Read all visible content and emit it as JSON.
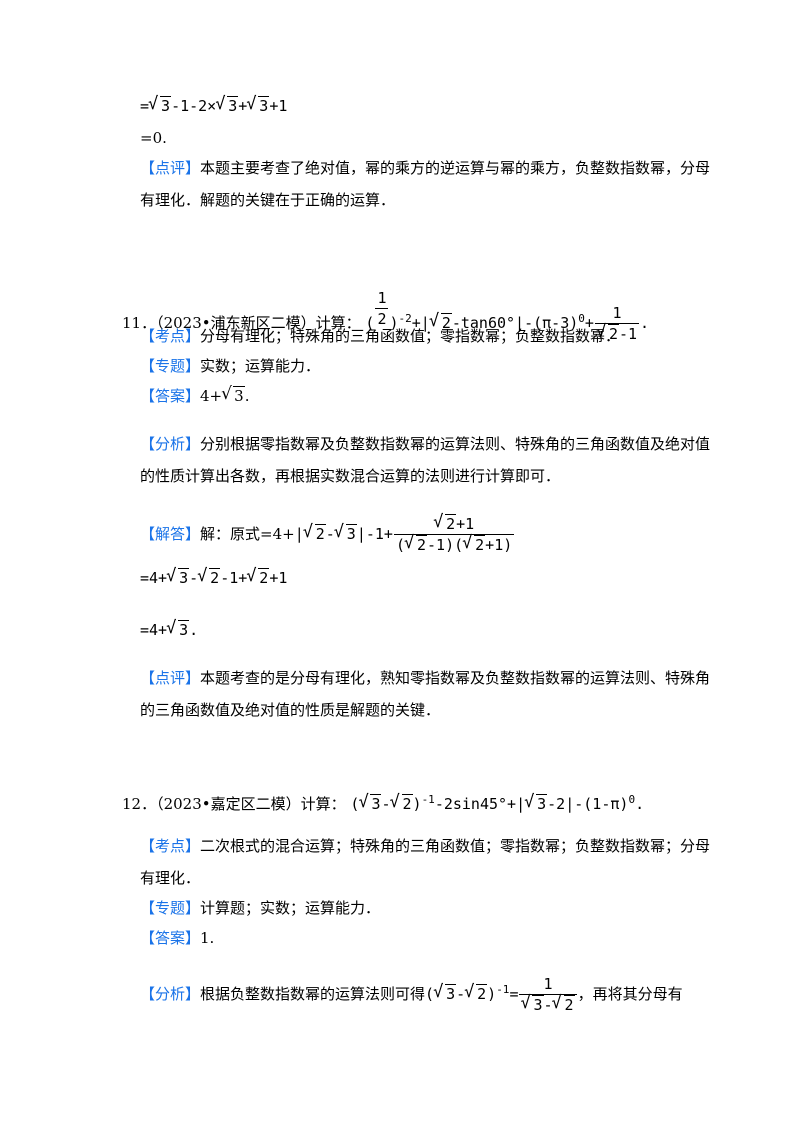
{
  "top": {
    "line1": "=√3-1-2×√3+√3+1",
    "line2": "=0.",
    "review_tag": "【点评】",
    "review_text_1": "本题主要考查了绝对值，幂的乘方的逆运算与幂的乘方，负整数指数幂，分母",
    "review_text_2": "有理化．解题的关键在于正确的运算．"
  },
  "q11": {
    "number": "11．",
    "source": "（2023•浦东新区二模）计算：",
    "expr": "(1/2)^-2+|√2-tan60°|-(π-3)^0+1/(√2-1).",
    "kaodian_tag": "【考点】",
    "kaodian": "分母有理化；特殊角的三角函数值；零指数幂；负整数指数幂．",
    "zhuanti_tag": "【专题】",
    "zhuanti": "实数；运算能力．",
    "answer_tag": "【答案】",
    "answer": "4+√3.",
    "analysis_tag": "【分析】",
    "analysis_1": "分别根据零指数幂及负整数指数幂的运算法则、特殊角的三角函数值及绝对值",
    "analysis_2": "的性质计算出各数，再根据实数混合运算的法则进行计算即可．",
    "solution_tag": "【解答】",
    "solution_lead": "解：原式=4+",
    "step2": "=4+√3-√2-1+√2+1",
    "step3": "=4+√3.",
    "review_tag": "【点评】",
    "review_1": "本题考查的是分母有理化，熟知零指数幂及负整数指数幂的运算法则、特殊角",
    "review_2": "的三角函数值及绝对值的性质是解题的关键．"
  },
  "q12": {
    "number": "12．",
    "source": "（2023•嘉定区二模）计算：",
    "expr": "(√3-√2)^-1-2sin45°+|√3-2|-(1-π)^0.",
    "kaodian_tag": "【考点】",
    "kaodian_1": "二次根式的混合运算；特殊角的三角函数值；零指数幂；负整数指数幂；分母",
    "kaodian_2": "有理化．",
    "zhuanti_tag": "【专题】",
    "zhuanti": "计算题；实数；运算能力．",
    "answer_tag": "【答案】",
    "answer": "1.",
    "analysis_tag": "【分析】",
    "analysis_lead": "根据负整数指数幂的运算法则可得",
    "analysis_tail": "，再将其分母有"
  }
}
